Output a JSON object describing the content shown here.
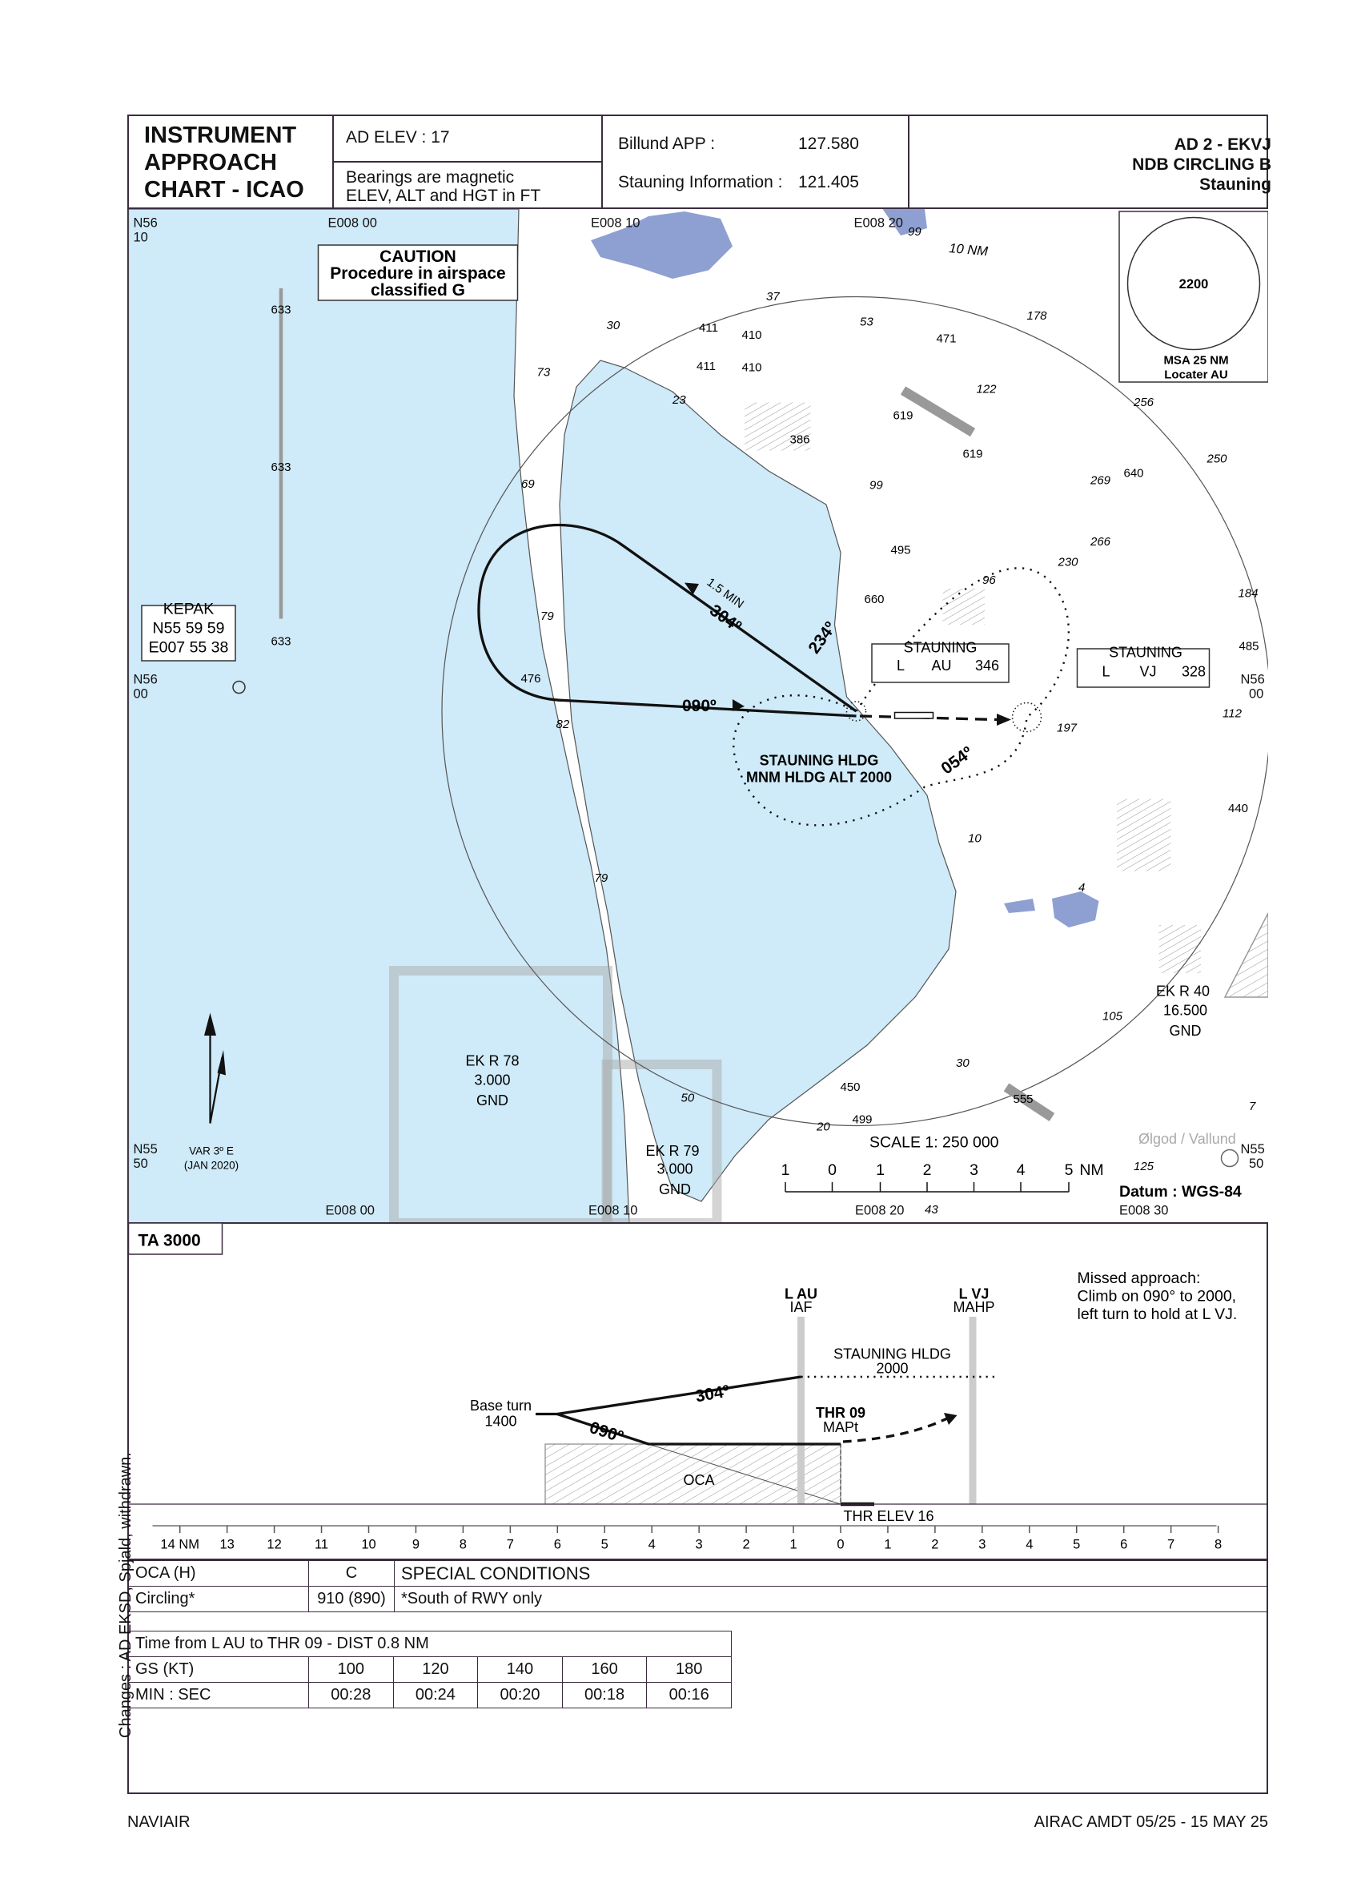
{
  "header": {
    "chart_type": "INSTRUMENT\nAPPROACH\nCHART - ICAO",
    "chart_type_lines": [
      "INSTRUMENT",
      "APPROACH",
      "CHART - ICAO"
    ],
    "ad_elev": "AD ELEV : 17",
    "bearings_1": "Bearings are magnetic",
    "bearings_2": "ELEV, ALT and HGT in FT",
    "freq": [
      {
        "label": "Billund APP :",
        "value": "127.580"
      },
      {
        "label": "Stauning Information :",
        "value": "121.405"
      }
    ],
    "ad_code": "AD 2 - EKVJ",
    "procedure": "NDB CIRCLING B",
    "aerodrome": "Stauning"
  },
  "map": {
    "colors": {
      "sea": "#cfeaf8",
      "lakes": "#8ea0d2",
      "frame": "#3a2c3e",
      "restricted": "#bbbbbb"
    },
    "grid_labels": [
      "N56\n10",
      "E008 00",
      "E008 10",
      "E008 20",
      "N56\n00",
      "N55\n50",
      "E008 00",
      "E008 10",
      "E008 20",
      "E008 30",
      "N56",
      "00",
      "N55",
      "50",
      "N56",
      "10",
      "N55",
      "50"
    ],
    "caution": [
      "CAUTION",
      "Procedure in airspace",
      "classified G"
    ],
    "msa": {
      "altitude": "2200",
      "label_1": "MSA 25 NM",
      "label_2": "Locater AU"
    },
    "ring_label": "10 NM",
    "kepak": [
      "KEPAK",
      "N55 59 59",
      "E007 55 38"
    ],
    "ndb_au": {
      "name": "STAUNING",
      "l": "L",
      "id": "AU",
      "freq": "346"
    },
    "ndb_vj": {
      "name": "STAUNING",
      "l": "L",
      "id": "VJ",
      "freq": "328"
    },
    "holding": [
      "STAUNING HLDG",
      "MNM HLDG ALT 2000"
    ],
    "tracks": {
      "outbound": "304º",
      "outbound_time": "1.5 MIN",
      "base": "234º",
      "final": "090º",
      "missed": "054º"
    },
    "restricted": [
      {
        "name": "EK R 78",
        "upper": "3.000",
        "lower": "GND"
      },
      {
        "name": "EK R 79",
        "upper": "3.000",
        "lower": "GND"
      },
      {
        "name": "EK R 40",
        "upper": "16.500",
        "lower": "GND"
      }
    ],
    "variation": [
      "VAR 3º E",
      "(JAN 2020)"
    ],
    "scale": {
      "label": "SCALE 1: 250 000",
      "ticks": [
        "1",
        "0",
        "1",
        "2",
        "3",
        "4",
        "5"
      ],
      "unit": "NM"
    },
    "datum": "Datum : WGS-84",
    "town": "Ølgod / Vallund",
    "obstacles": [
      "633",
      "633",
      "633",
      "411",
      "410",
      "411",
      "410",
      "471",
      "619",
      "619",
      "386",
      "640",
      "495",
      "660",
      "485",
      "476",
      "440",
      "450",
      "499",
      "555"
    ],
    "spot_heights": [
      "99",
      "37",
      "30",
      "53",
      "178",
      "73",
      "23",
      "122",
      "256",
      "250",
      "69",
      "99",
      "269",
      "266",
      "230",
      "96",
      "184",
      "79",
      "82",
      "197",
      "112",
      "10",
      "79",
      "4",
      "105",
      "30",
      "50",
      "20",
      "7",
      "125",
      "43"
    ]
  },
  "profile": {
    "ta": "TA 3000",
    "missed_approach": [
      "Missed approach:",
      "Climb on 090° to 2000,",
      "left turn to hold at L VJ."
    ],
    "lau": {
      "name": "L AU",
      "role": "IAF"
    },
    "lvj": {
      "name": "L VJ",
      "role": "MAHP"
    },
    "holding": [
      "STAUNING HLDG",
      "2000"
    ],
    "outbound": "304º",
    "inbound": "090º",
    "base_turn": [
      "Base turn",
      "1400"
    ],
    "thr": {
      "name": "THR 09",
      "role": "MAPt"
    },
    "oca": "OCA",
    "thr_elev": "THR ELEV 16",
    "distance_axis": [
      "14 NM",
      "13",
      "12",
      "11",
      "10",
      "9",
      "8",
      "7",
      "6",
      "5",
      "4",
      "3",
      "2",
      "1",
      "0",
      "1",
      "2",
      "3",
      "4",
      "5",
      "6",
      "7",
      "8"
    ]
  },
  "minima": {
    "headers": [
      "OCA (H)",
      "C",
      "SPECIAL CONDITIONS"
    ],
    "row": [
      "Circling*",
      "910 (890)",
      "*South of RWY only"
    ]
  },
  "timing": {
    "title": "Time from L AU to THR 09 - DIST 0.8 NM",
    "gs_label": "GS (KT)",
    "gs": [
      "100",
      "120",
      "140",
      "160",
      "180"
    ],
    "time_label": "MIN : SEC",
    "times": [
      "00:28",
      "00:24",
      "00:20",
      "00:18",
      "00:16"
    ]
  },
  "side_note": "Changes : AD EKSD, Spjald, withdrawn.",
  "footer": {
    "left": "NAVIAIR",
    "right": "AIRAC AMDT 05/25 - 15 MAY 25"
  }
}
